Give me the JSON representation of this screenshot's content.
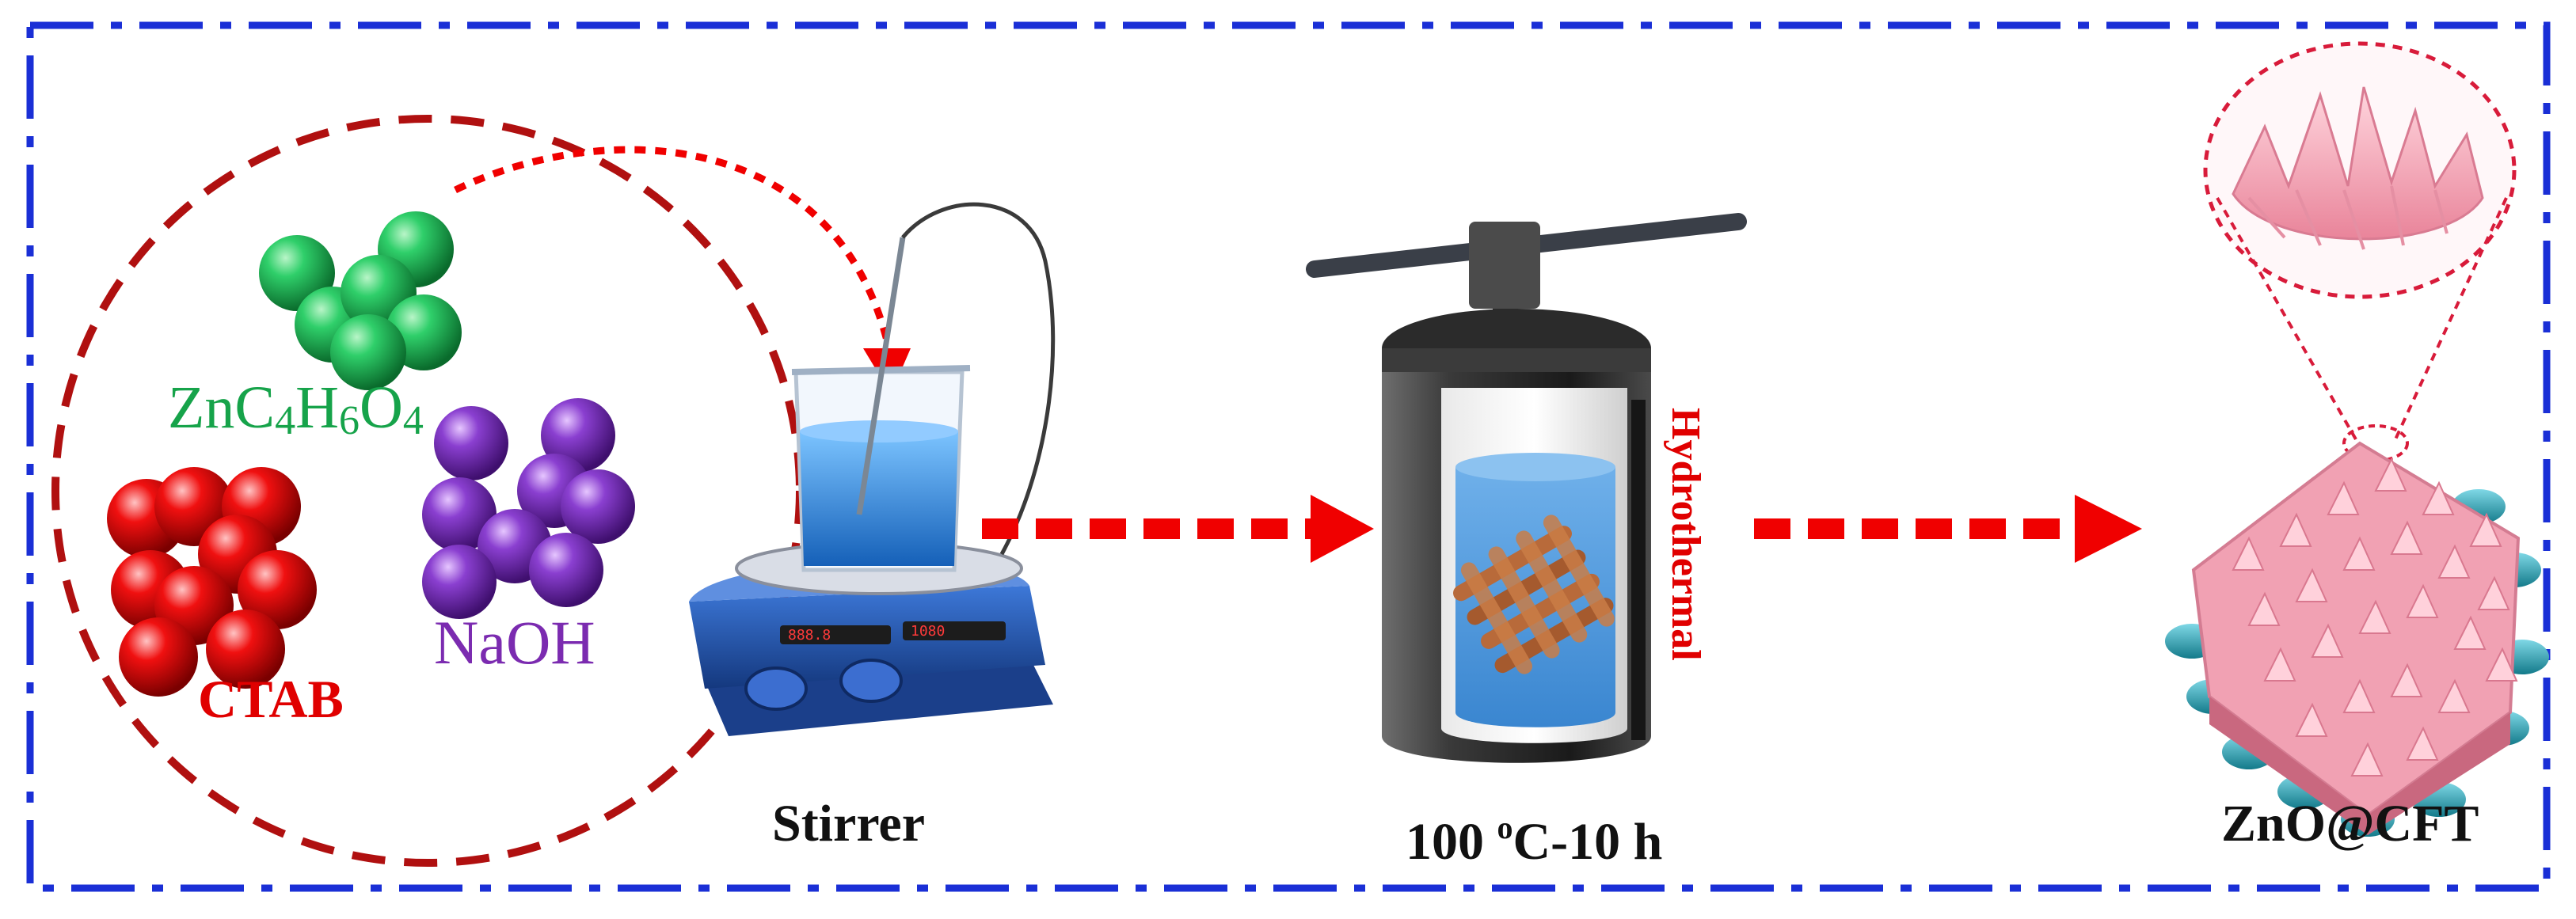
{
  "labels": {
    "zinc_acetate": {
      "base": "ZnC",
      "s1": "4",
      "h": "H",
      "s2": "6",
      "o": "O",
      "s3": "4"
    },
    "sodium_hydroxide": "NaOH",
    "surfactant": "CTAB",
    "stirrer": "Stirrer",
    "hydrothermal": "Hydrothermal",
    "condition": {
      "temp": "100 ",
      "unit_sup": "o",
      "rest": "C-10 h"
    },
    "product": "ZnO@CFT"
  },
  "colors": {
    "frame": "#1a2fd6",
    "circle": "#b01010",
    "arrow": "#f00000",
    "zinc": "#16a34a",
    "naoh": "#7b2bb0",
    "ctab": "#e00000",
    "solution": "#2f86d6",
    "petal": "#f4a3b4",
    "fiber": "#2aa6b8",
    "mesh": "#b86a3a"
  },
  "icons": [
    "zinc-acetate-molecules",
    "naoh-molecules",
    "ctab-molecules",
    "magnetic-stirrer",
    "autoclave",
    "carbon-fiber-mesh",
    "zno-nanoflower-film",
    "nanoflower-zoom"
  ]
}
